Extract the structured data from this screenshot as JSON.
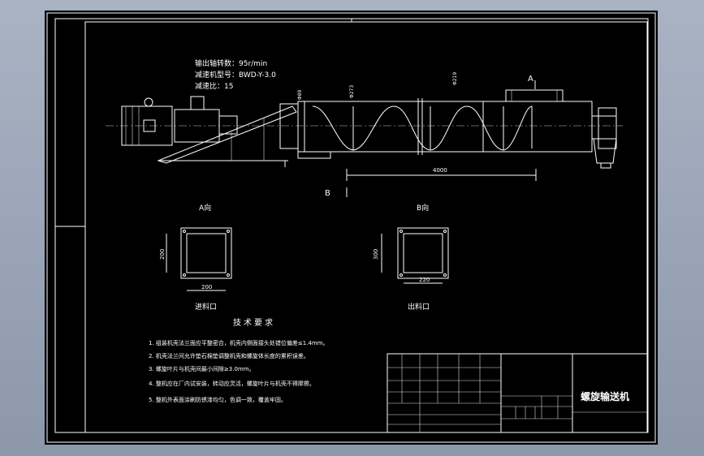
{
  "drawing": {
    "specs": [
      "输出轴转数：95r/min",
      "减速机型号：BWD-Y-3.0",
      "减速比：15"
    ],
    "view_a_marker": "A",
    "view_b_marker": "B",
    "dimension_main": "4000",
    "dimension_small_1": "Φ219",
    "dimension_small_2": "Φ273",
    "dimension_small_3": "Φ89"
  },
  "view_a": {
    "title": "A向",
    "width_dim": "200",
    "height_dim": "200",
    "caption": "进料口"
  },
  "view_b": {
    "title": "B向",
    "width_dim": "220",
    "height_dim": "300",
    "caption": "出料口"
  },
  "tech": {
    "title": "技术要求",
    "items": [
      "1. 组装机壳法兰面应平整密合，机壳内侧面接头处错位偏差≤1.4mm。",
      "2. 机壳法兰间允许垫石棉垫调整机壳和螺旋体长度的累积误差。",
      "3. 螺旋叶片与机壳间最小间隙≥3.0mm。",
      "4. 整机应在厂内试安装，转动应灵活，螺旋叶片与机壳不得摩擦。",
      "5. 整机外表面涂刷防锈漆均匀，色调一致，覆盖牢固。"
    ]
  },
  "title_block": {
    "drawing_name": "螺旋输送机"
  }
}
